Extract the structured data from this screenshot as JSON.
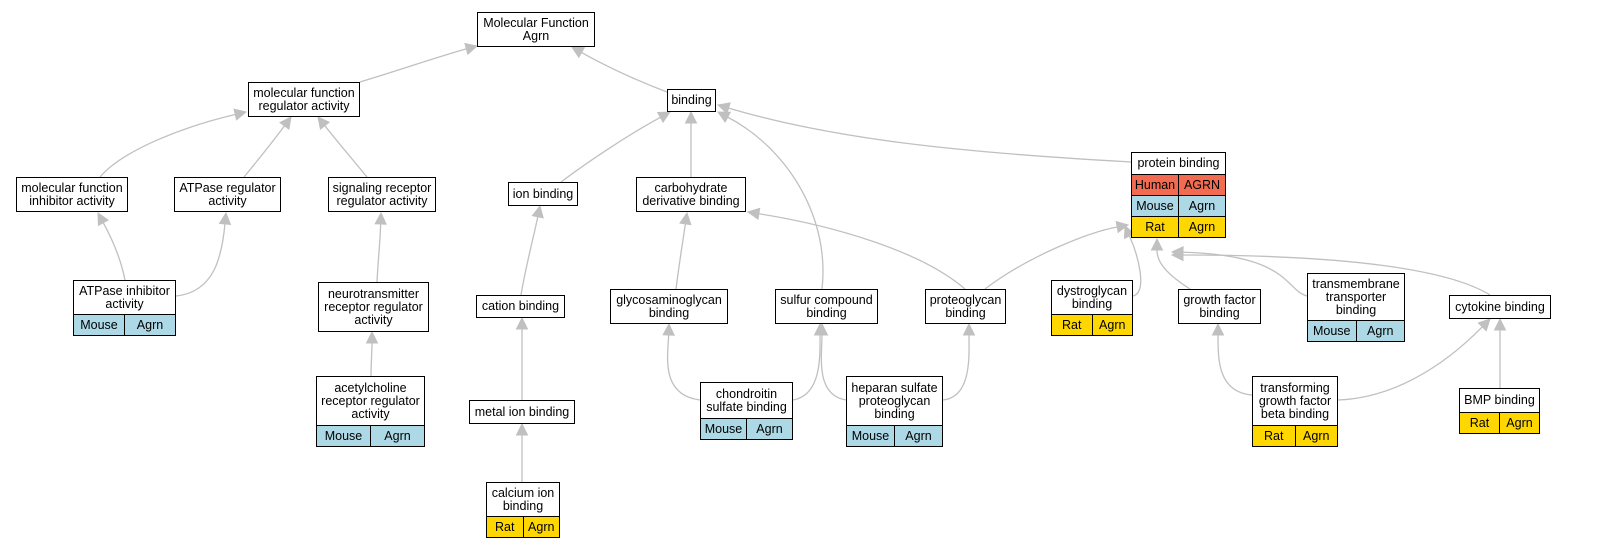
{
  "diagram": {
    "edge_color": "#c0c0c0",
    "species_colors": {
      "Human": "#f26b50",
      "Mouse": "#add8e6",
      "Rat": "#ffd700"
    },
    "nodes": [
      {
        "id": "root",
        "label": "Molecular Function\nAgrn",
        "annotations": []
      },
      {
        "id": "mfra",
        "label": "molecular function\nregulator activity",
        "annotations": []
      },
      {
        "id": "bind",
        "label": "binding",
        "annotations": []
      },
      {
        "id": "mfia",
        "label": "molecular function\ninhibitor activity",
        "annotations": []
      },
      {
        "id": "atpr",
        "label": "ATPase regulator\nactivity",
        "annotations": []
      },
      {
        "id": "srra",
        "label": "signaling receptor\nregulator activity",
        "annotations": []
      },
      {
        "id": "ion",
        "label": "ion binding",
        "annotations": []
      },
      {
        "id": "carb",
        "label": "carbohydrate\nderivative binding",
        "annotations": []
      },
      {
        "id": "prot",
        "label": "protein binding",
        "annotations": [
          {
            "species": "Human",
            "gene": "AGRN"
          },
          {
            "species": "Mouse",
            "gene": "Agrn"
          },
          {
            "species": "Rat",
            "gene": "Agrn"
          }
        ]
      },
      {
        "id": "atpi",
        "label": "ATPase inhibitor\nactivity",
        "annotations": [
          {
            "species": "Mouse",
            "gene": "Agrn"
          }
        ]
      },
      {
        "id": "ntrr",
        "label": "neurotransmitter\nreceptor regulator\nactivity",
        "annotations": []
      },
      {
        "id": "cat",
        "label": "cation binding",
        "annotations": []
      },
      {
        "id": "gag",
        "label": "glycosaminoglycan\nbinding",
        "annotations": []
      },
      {
        "id": "sulf",
        "label": "sulfur compound\nbinding",
        "annotations": []
      },
      {
        "id": "pgly",
        "label": "proteoglycan\nbinding",
        "annotations": []
      },
      {
        "id": "dgly",
        "label": "dystroglycan\nbinding",
        "annotations": [
          {
            "species": "Rat",
            "gene": "Agrn"
          }
        ]
      },
      {
        "id": "gfb",
        "label": "growth factor\nbinding",
        "annotations": []
      },
      {
        "id": "tmtb",
        "label": "transmembrane\ntransporter\nbinding",
        "annotations": [
          {
            "species": "Mouse",
            "gene": "Agrn"
          }
        ]
      },
      {
        "id": "cyto",
        "label": "cytokine binding",
        "annotations": []
      },
      {
        "id": "achr",
        "label": "acetylcholine\nreceptor regulator\nactivity",
        "annotations": [
          {
            "species": "Mouse",
            "gene": "Agrn"
          }
        ]
      },
      {
        "id": "metal",
        "label": "metal ion binding",
        "annotations": []
      },
      {
        "id": "chon",
        "label": "chondroitin\nsulfate binding",
        "annotations": [
          {
            "species": "Mouse",
            "gene": "Agrn"
          }
        ]
      },
      {
        "id": "hspg",
        "label": "heparan sulfate\nproteoglycan\nbinding",
        "annotations": [
          {
            "species": "Mouse",
            "gene": "Agrn"
          }
        ]
      },
      {
        "id": "tgfb",
        "label": "transforming\ngrowth factor\nbeta binding",
        "annotations": [
          {
            "species": "Rat",
            "gene": "Agrn"
          }
        ]
      },
      {
        "id": "bmp",
        "label": "BMP binding",
        "annotations": [
          {
            "species": "Rat",
            "gene": "Agrn"
          }
        ]
      },
      {
        "id": "calc",
        "label": "calcium ion\nbinding",
        "annotations": [
          {
            "species": "Rat",
            "gene": "Agrn"
          }
        ]
      }
    ],
    "edges": [
      [
        "mfra",
        "root"
      ],
      [
        "bind",
        "root"
      ],
      [
        "mfia",
        "mfra"
      ],
      [
        "atpr",
        "mfra"
      ],
      [
        "srra",
        "mfra"
      ],
      [
        "ion",
        "bind"
      ],
      [
        "carb",
        "bind"
      ],
      [
        "sulf",
        "bind"
      ],
      [
        "prot",
        "bind"
      ],
      [
        "atpi",
        "mfia"
      ],
      [
        "atpi",
        "atpr"
      ],
      [
        "ntrr",
        "srra"
      ],
      [
        "achr",
        "ntrr"
      ],
      [
        "cat",
        "ion"
      ],
      [
        "metal",
        "cat"
      ],
      [
        "calc",
        "metal"
      ],
      [
        "gag",
        "carb"
      ],
      [
        "pgly",
        "carb"
      ],
      [
        "chon",
        "gag"
      ],
      [
        "chon",
        "sulf"
      ],
      [
        "hspg",
        "sulf"
      ],
      [
        "hspg",
        "pgly"
      ],
      [
        "pgly",
        "prot"
      ],
      [
        "dgly",
        "prot"
      ],
      [
        "gfb",
        "prot"
      ],
      [
        "tmtb",
        "prot"
      ],
      [
        "cyto",
        "prot"
      ],
      [
        "tgfb",
        "gfb"
      ],
      [
        "tgfb",
        "cyto"
      ],
      [
        "bmp",
        "cyto"
      ]
    ]
  }
}
